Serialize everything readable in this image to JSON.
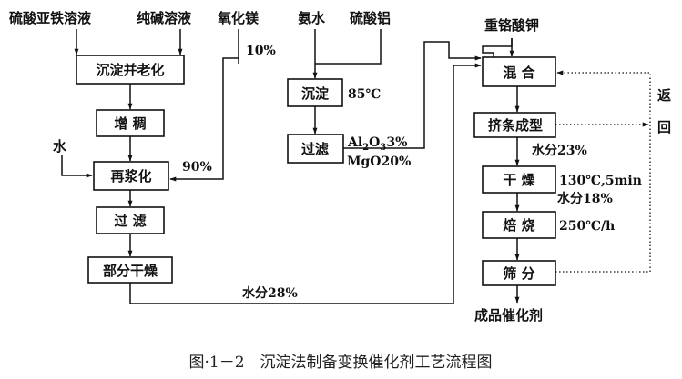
{
  "inputs": {
    "ferrous_sulfate": "硫酸亚铁溶液",
    "soda_ash": "纯碱溶液",
    "magnesium_oxide": "氧化镁",
    "ammonia": "氨水",
    "aluminum_sulfate": "硫酸铝",
    "potassium_dichromate": "重铬酸钾",
    "water": "水"
  },
  "boxes": {
    "precipitate_age": "沉淀并老化",
    "thicken": "增 稠",
    "reslurry": "再浆化",
    "filter_left": "过 滤",
    "partial_dry": "部分干燥",
    "precipitate_mid": "沉淀",
    "filter_mid": "过滤",
    "mix": "混 合",
    "extrude": "挤条成型",
    "dry": "干 燥",
    "calcine": "焙 烧",
    "sieve": "筛 分"
  },
  "annotations": {
    "mgo_10": "10%",
    "mgo_90": "90%",
    "temp_85": "85℃",
    "al2o3": "Al",
    "al2o3_sub1": "2",
    "al2o3_o": "O",
    "al2o3_sub2": "3",
    "al2o3_pct": "3%",
    "mgo_20": "MgO20%",
    "moisture_28": "水分28%",
    "moisture_23": "水分23%",
    "dry_cond": "130℃,5min",
    "moisture_18": "水分18%",
    "calcine_rate": "250℃/h",
    "return_1": "返",
    "return_2": "回",
    "product": "成品催化剂"
  },
  "caption": "图·1－2　沉淀法制备变换催化剂工艺流程图"
}
